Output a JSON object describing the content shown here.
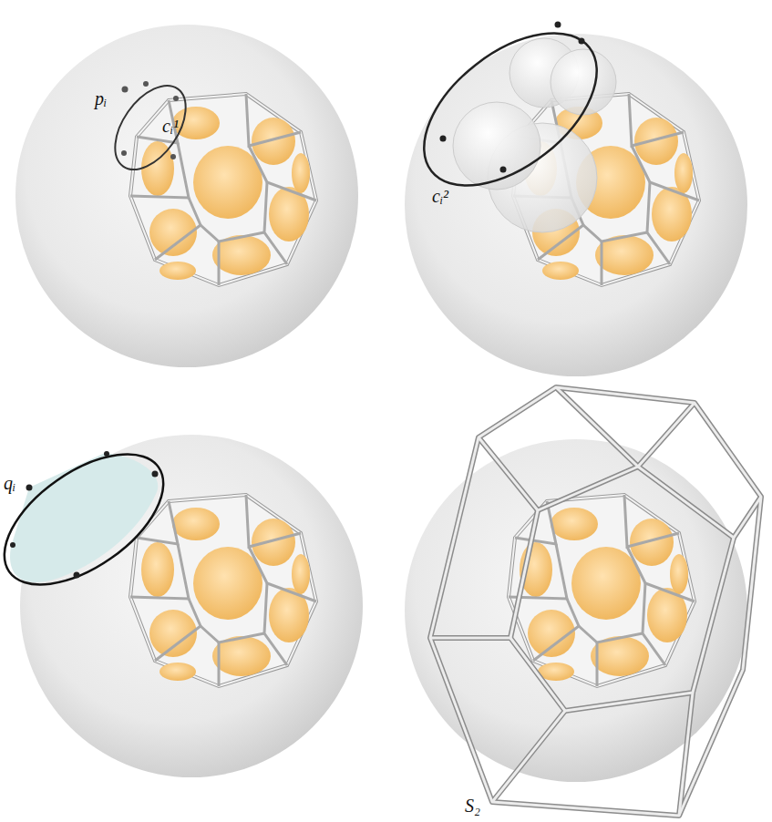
{
  "diagram": {
    "labels": [
      "pᵢ",
      "cᵢ¹",
      "cᵢ²",
      "qᵢ",
      "S₂"
    ]
  }
}
